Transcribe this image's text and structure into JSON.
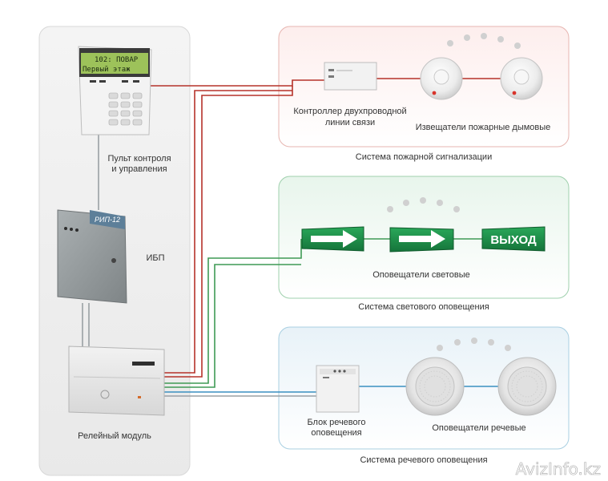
{
  "panels": {
    "fire_caption": "Система пожарной сигнализации",
    "light_caption": "Система светового оповещения",
    "voice_caption": "Система речевого оповещения"
  },
  "devices": {
    "control_panel": {
      "label_line1": "Пульт контроля",
      "label_line2": "и управления",
      "lcd_line1": "102: ПОВАР",
      "lcd_line2": "Первый этаж"
    },
    "ups": {
      "label": "ИБП",
      "badge": "РИП-12"
    },
    "relay_module": {
      "label": "Релейный модуль"
    },
    "controller": {
      "label_line1": "Контроллер двухпроводной",
      "label_line2": "линии связи"
    },
    "smoke_detectors": {
      "label": "Извещатели пожарные дымовые"
    },
    "light_signs": {
      "label": "Оповещатели световые",
      "exit_text": "ВЫХОД"
    },
    "voice_block": {
      "label_line1": "Блок речевого",
      "label_line2": "оповещения"
    },
    "speakers": {
      "label": "Оповещатели речевые"
    }
  },
  "watermark": "AvizInfo.kz",
  "colors": {
    "wire_red": "#b5322a",
    "wire_green": "#3f9a55",
    "wire_blue": "#3a8fc0",
    "wire_gray": "#9aa0a4",
    "fire_border": "#e7b6b1",
    "light_border": "#9fd0ad",
    "voice_border": "#a9cfe2",
    "sign_green": "#1e8a45"
  },
  "icons": {
    "arrow_sign": "right-arrow-icon",
    "signal_dots": "signal-waves-icon"
  }
}
